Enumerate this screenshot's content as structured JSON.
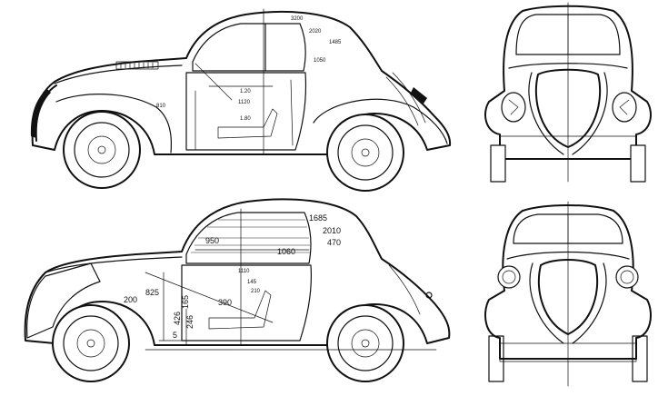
{
  "top_side": {
    "dims": {
      "a": "3200",
      "b": "2020",
      "c": "1485",
      "d": "1050",
      "e": "810",
      "f": "1120",
      "g": "1.20",
      "h": "1.80"
    }
  },
  "bottom_side": {
    "dims": {
      "d1685": "1685",
      "d2010": "2010",
      "d470": "470",
      "d950": "950",
      "d1060": "1060",
      "d1110": "1110",
      "d825": "825",
      "d200": "200",
      "d165": "165",
      "d390": "390",
      "d426": "426",
      "d246": "246",
      "d5": "5",
      "d145": "145",
      "d210": "210"
    }
  },
  "front_view": {},
  "rear_view": {}
}
